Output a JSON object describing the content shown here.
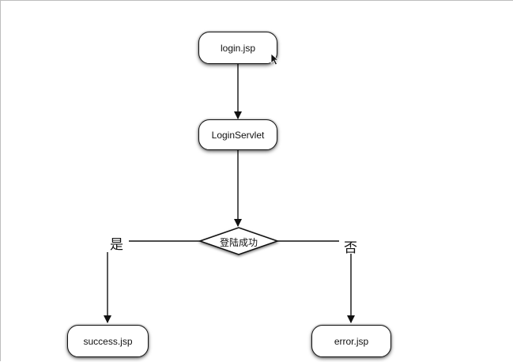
{
  "nodes": {
    "login": "login.jsp",
    "servlet": "LoginServlet",
    "decision": "登陆成功",
    "success": "success.jsp",
    "error": "error.jsp"
  },
  "branches": {
    "yes": "是",
    "no": "否"
  }
}
